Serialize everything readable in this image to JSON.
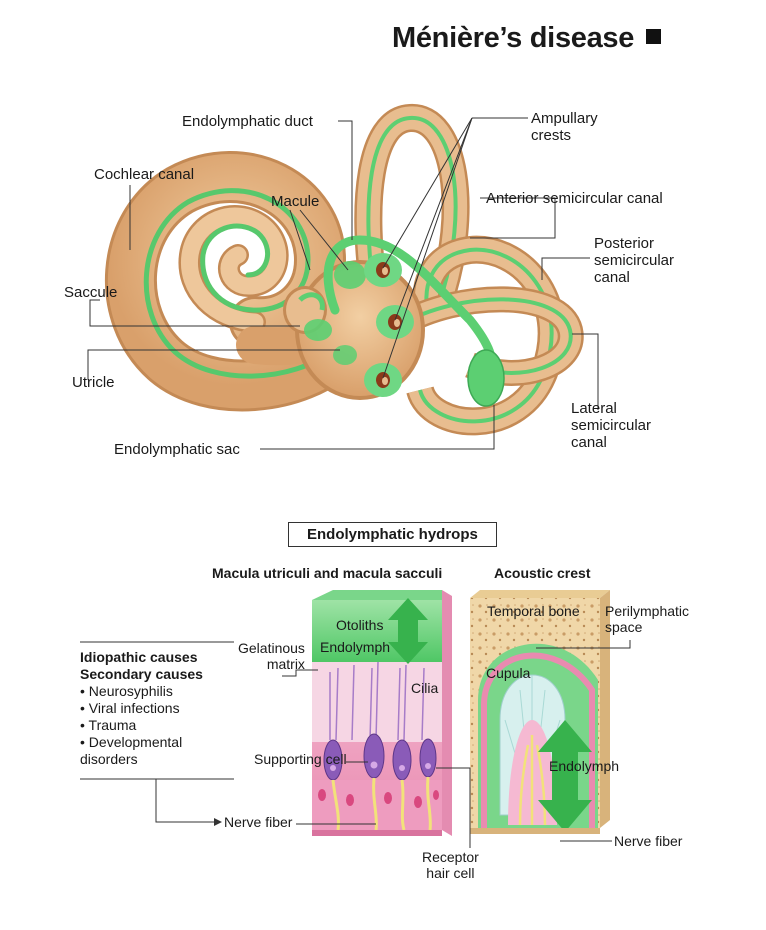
{
  "title": "Ménière’s disease",
  "ear_labels": {
    "endolymphatic_duct": "Endolymphatic duct",
    "ampullary_crests": "Ampullary\ncrests",
    "cochlear_canal": "Cochlear canal",
    "macule": "Macule",
    "anterior_canal": "Anterior semicircular canal",
    "posterior_canal": "Posterior\nsemicircular\ncanal",
    "saccule": "Saccule",
    "utricle": "Utricle",
    "lateral_canal": "Lateral\nsemicircular\ncanal",
    "endolymphatic_sac": "Endolymphatic sac"
  },
  "hydrops": {
    "title": "Endolymphatic hydrops",
    "macula_heading": "Macula utriculi and macula sacculi",
    "crest_heading": "Acoustic crest",
    "otoliths": "Otoliths",
    "endolymph": "Endolymph",
    "gelatinous_matrix": "Gelatinous\nmatrix",
    "cilia": "Cilia",
    "supporting_cell": "Supporting cell",
    "nerve_fiber": "Nerve fiber",
    "receptor_hair_cell": "Receptor\nhair cell",
    "temporal_bone": "Temporal bone",
    "perilymphatic_space": "Perilymphatic\nspace",
    "cupula": "Cupula",
    "endolymph_crest": "Endolymph",
    "nerve_fiber_crest": "Nerve fiber"
  },
  "causes": {
    "idiopathic": "Idiopathic causes",
    "secondary": "Secondary causes",
    "items": [
      "Neurosyphilis",
      "Viral infections",
      "Trauma",
      "Developmental\ndisorders"
    ]
  },
  "colors": {
    "tan": "#e8b98a",
    "tan_edge": "#c48a55",
    "green": "#5ccf72",
    "pink": "#f3a7c6",
    "purple": "#8a5bb8",
    "bone": "#f2dfb8"
  }
}
